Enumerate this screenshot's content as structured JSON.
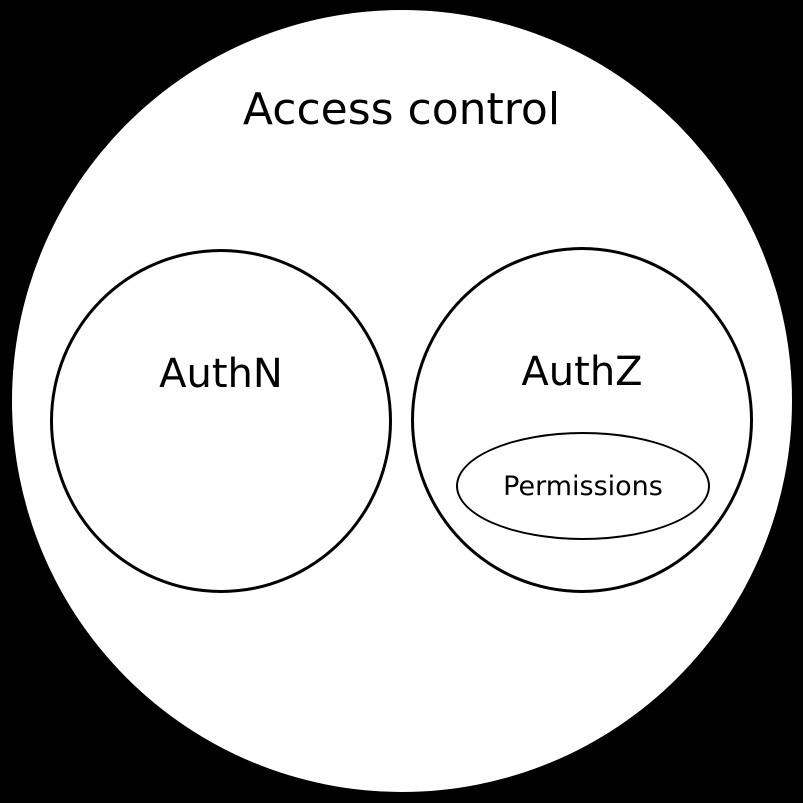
{
  "diagram": {
    "title": "Access control",
    "sets": [
      {
        "label": "AuthN"
      },
      {
        "label": "AuthZ",
        "children": [
          {
            "label": "Permissions"
          }
        ]
      }
    ],
    "colors": {
      "page_background": "#000000",
      "set_fill": "#ffffff",
      "stroke": "#000000"
    }
  }
}
